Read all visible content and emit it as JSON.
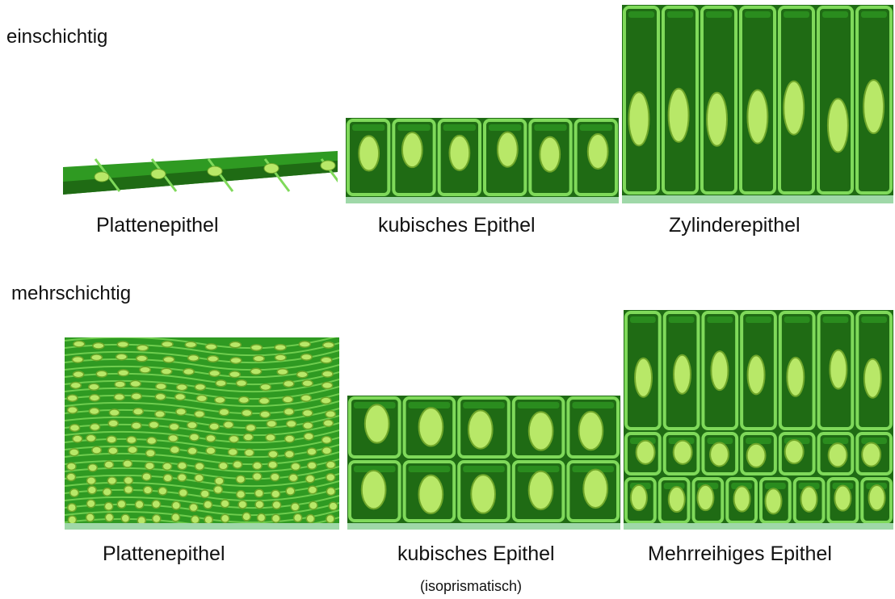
{
  "sections": {
    "single": {
      "title": "einschichtig"
    },
    "multi": {
      "title": "mehrschichtig"
    }
  },
  "captions": {
    "single_squamous": "Plattenepithel",
    "single_cuboidal": "kubisches Epithel",
    "single_columnar": "Zylinderepithel",
    "multi_squamous": "Plattenepithel",
    "multi_cuboidal": "kubisches Epithel",
    "multi_cuboidal_note": "(isoprismatisch)",
    "multi_pseudostratified": "Mehrreihiges Epithel"
  },
  "colors": {
    "tissue_dark": "#1f6b14",
    "tissue_mid": "#2f9a22",
    "tissue_light": "#5cc83a",
    "membrane": "#7fd95a",
    "nucleus": "#b8e868",
    "nucleus_edge": "#6fa62a",
    "base": "#9fd8a8"
  }
}
